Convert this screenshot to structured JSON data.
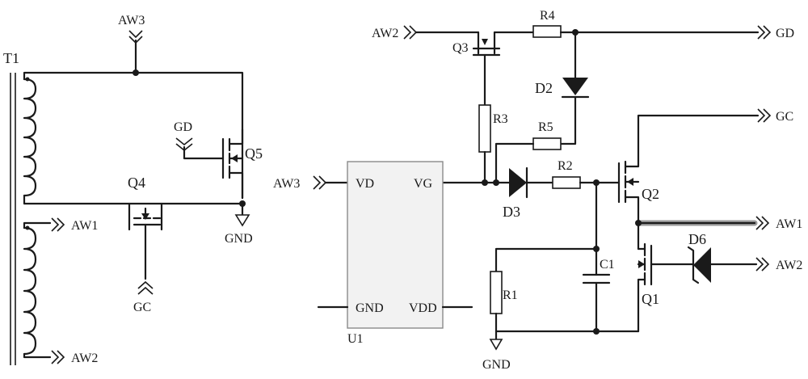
{
  "transformer": {
    "name": "T1",
    "top_terminal": "AW3",
    "left_labels": {
      "q4": "Q4",
      "q5": "Q5",
      "gd_in": "GD",
      "gnd": "GND",
      "aw1": "AW1",
      "aw2": "AW2",
      "gc": "GC"
    }
  },
  "circuit": {
    "aw2_in": "AW2",
    "gd_out": "GD",
    "gc_out": "GC",
    "aw1_out": "AW1",
    "aw2_out": "AW2",
    "aw3_in": "AW3",
    "q3": "Q3",
    "q2": "Q2",
    "q1": "Q1",
    "r1": "R1",
    "r2": "R2",
    "r3": "R3",
    "r4": "R4",
    "r5": "R5",
    "c1": "C1",
    "d2": "D2",
    "d3": "D3",
    "d6": "D6",
    "gnd": "GND"
  },
  "ic": {
    "name": "U1",
    "pin_vd": "VD",
    "pin_vg": "VG",
    "pin_gnd": "GND",
    "pin_vdd": "VDD"
  },
  "colors": {
    "wire": "#1a1a1a",
    "highlight": "#9a9a9a",
    "ic_fill": "#f2f2f2"
  }
}
